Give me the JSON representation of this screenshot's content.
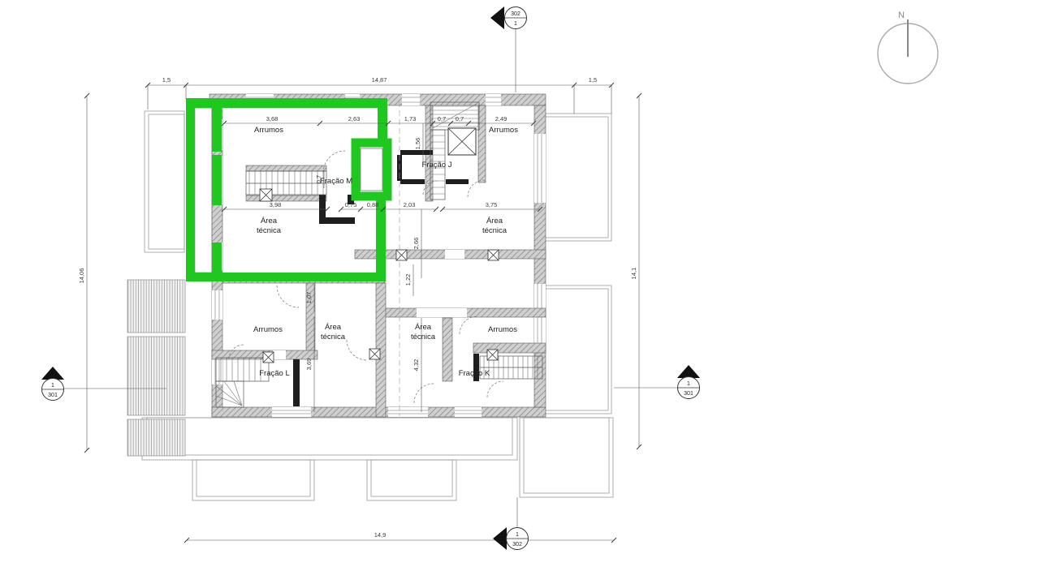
{
  "plan": {
    "north_label": "N",
    "colors": {
      "highlight": "#1ec81e",
      "wall_fill": "#cfcfcf",
      "line": "#3a3a3a"
    },
    "markers": {
      "top": {
        "primary": "302",
        "secondary": "1"
      },
      "bottom": {
        "primary": "1",
        "secondary": "302"
      },
      "left": {
        "primary": "1",
        "secondary": "301"
      },
      "right": {
        "primary": "1",
        "secondary": "301"
      }
    },
    "outer_dimensions": {
      "top_left": "1,5",
      "top_center": "14,87",
      "top_right": "1,5",
      "left": "14,06",
      "right": "14,1",
      "bottom": "14,9"
    },
    "rooms": {
      "arrumos_top_left": "Arrumos",
      "fracao_m": "Fração M",
      "fracao_j": "Fração J",
      "arrumos_top_right": "Arrumos",
      "area_tecnica_line1": "Área",
      "area_tecnica_line2": "técnica",
      "arrumos_bottom_left": "Arrumos",
      "arrumos_bottom_right": "Arrumos",
      "fracao_l": "Fração L",
      "fracao_k": "Fração K"
    },
    "interior_dimensions": {
      "d_3_68": "3,68",
      "d_2_63": "2,63",
      "d_1_73": "1,73",
      "d_0_7a": "0,7",
      "d_0_7b": "0,7",
      "d_2_49": "2,49",
      "d_1_56": "1,56",
      "d_3_98": "3,98",
      "d_0_75": "0,75",
      "d_0_88": "0,88",
      "d_2_03": "2,03",
      "d_3_75": "3,75",
      "d_2_66": "2,66",
      "d_0_7c": "0,7",
      "d_1_07": "1,07",
      "d_3_69": "3,69",
      "d_4_32": "4,32",
      "d_1_22": "1,22"
    }
  }
}
